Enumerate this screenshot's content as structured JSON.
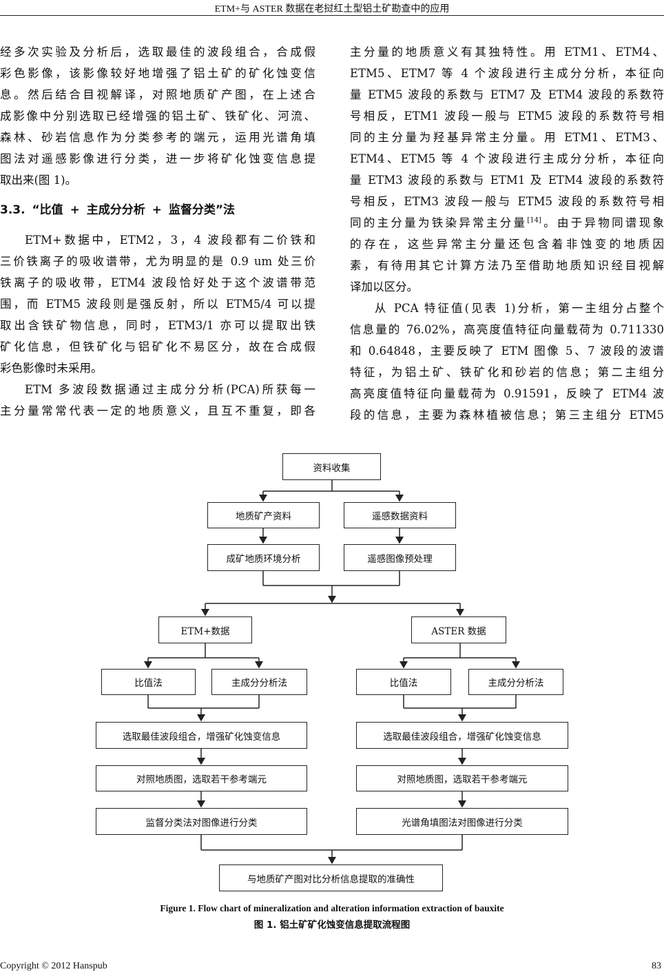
{
  "header": {
    "running_title": "ETM+与 ASTER 数据在老挝红土型铝土矿勘查中的应用"
  },
  "left_column": {
    "para1": [
      "经多次实验及分析后，选取最佳的波段组合，合成假",
      "彩色影像，该影像较好地增强了铝土矿的矿化蚀变信",
      "息。然后结合目视解译，对照地质矿产图，在上述合",
      "成影像中分别选取已经增强的铝土矿、铁矿化、河流、",
      "森林、砂岩信息作为分类参考的端元，运用光谱角填",
      "图法对遥感影像进行分类，进一步将矿化蚀变信息提",
      "取出来(图 1)。"
    ],
    "heading": "3.3.  “比值 + 主成分分析 + 监督分类”法",
    "para2": [
      "ETM+数据中，ETM2，3，4  波段都有二价铁和",
      "三价铁离子的吸收谱带，尤为明显的是 0.9 um 处三价",
      "铁离子的吸收带，ETM4 波段恰好处于这个波谱带范",
      "围，而 ETM5 波段则是强反射，所以 ETM5/4 可以提",
      "取出含铁矿物信息，同时，ETM3/1  亦可以提取出铁",
      "矿化信息，但铁矿化与铝矿化不易区分，故在合成假",
      "彩色影像时未采用。"
    ],
    "para3": [
      "ETM 多波段数据通过主成分分析(PCA)所获每一",
      "主分量常常代表一定的地质意义，且互不重复，即各"
    ]
  },
  "right_column": {
    "para1": [
      "主分量的地质意义有其独特性。用  ETM1、ETM4、",
      "ETM5、ETM7  等  4  个波段进行主成分分析，本征向",
      "量 ETM5 波段的系数与 ETM7 及 ETM4 波段的系数符",
      "号相反，ETM1 波段一般与 ETM5 波段的系数符号相",
      "同的主分量为羟基异常主分量。用  ETM1、ETM3、",
      "ETM4、ETM5  等  4  个波段进行主成分分析，本征向",
      "量 ETM3 波段的系数与 ETM1 及 ETM4 波段的系数符",
      "号相反，ETM3 波段一般与 ETM5 波段的系数符号相"
    ],
    "para1_cite_line": {
      "before": "同的主分量为铁染异常主分量",
      "cite": "[14]",
      "after": "。由于异物同谱现象"
    },
    "para1_rest": [
      "的存在，这些异常主分量还包含着非蚀变的地质因",
      "素，有待用其它计算方法乃至借助地质知识经目视解",
      "译加以区分。"
    ],
    "para2": [
      "从 PCA 特征值(见表 1)分析，第一主组分占整个",
      "信息量的 76.02%，高亮度值特征向量载荷为 0.711330",
      "和  0.64848，主要反映了  ETM  图像  5、7  波段的波谱",
      "特征，为铝土矿、铁矿化和砂岩的信息；第二主组分",
      "高亮度值特征向量载荷为  0.91591，反映了  ETM4  波",
      "段的信息，主要为森林植被信息；第三主组分  ETM5"
    ]
  },
  "flowchart": {
    "collect": "资料收集",
    "geo_data": "地质矿产资料",
    "rs_data": "遥感数据资料",
    "geo_env": "成矿地质环境分析",
    "rs_preprocess": "遥感图像预处理",
    "etm": "ETM+数据",
    "aster": "ASTER 数据",
    "ratio_l": "比值法",
    "pca_l": "主成分分析法",
    "ratio_r": "比值法",
    "pca_r": "主成分分析法",
    "select_l": "选取最佳波段组合，增强矿化蚀变信息",
    "select_r": "选取最佳波段组合，增强矿化蚀变信息",
    "ref_l": "对照地质图，选取若干参考端元",
    "ref_r": "对照地质图，选取若干参考端元",
    "classify_l": "监督分类法对图像进行分类",
    "classify_r": "光谱角填图法对图像进行分类",
    "compare": "与地质矿产图对比分析信息提取的准确性"
  },
  "caption": {
    "en": "Figure 1. Flow chart of mineralization and alteration information extraction of bauxite",
    "zh": "图 1.  铝土矿矿化蚀变信息提取流程图"
  },
  "footer": {
    "copyright": "Copyright © 2012 Hanspub",
    "page": "83"
  }
}
